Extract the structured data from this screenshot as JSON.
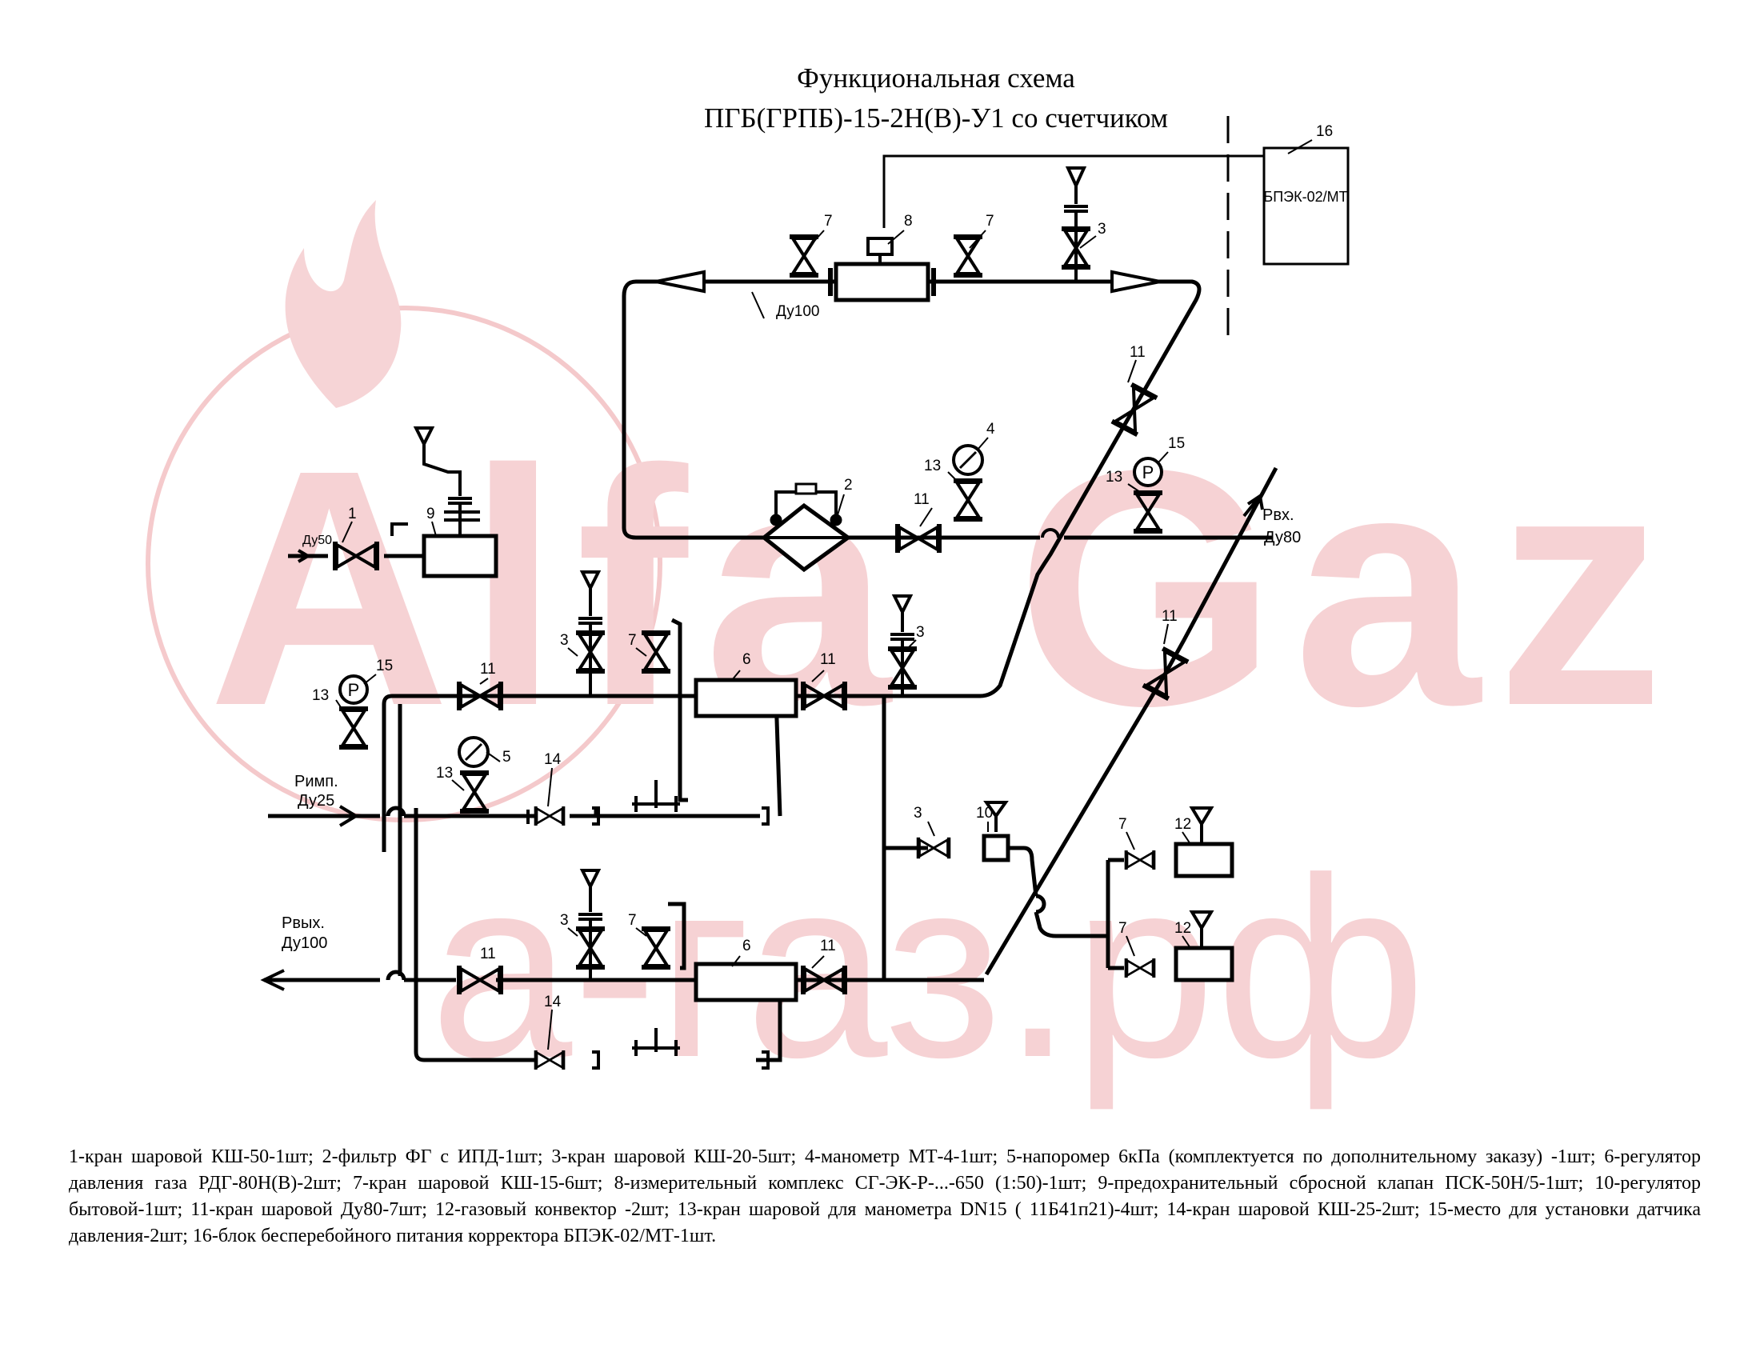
{
  "title": {
    "line1": "Функциональная схема",
    "line2": "ПГБ(ГРПБ)-15-2Н(В)-У1 со счетчиком"
  },
  "watermark": {
    "line1": "Alfa Gaz",
    "line2": "a-газ.рф",
    "color": "#f4c7c9"
  },
  "labels": {
    "bpek": "БПЭК-02/МТ",
    "du100_top": "Ду100",
    "du50": "Ду50",
    "p_in": "Рвх.",
    "du80": "Ду80",
    "p_imp": "Римп.",
    "du25": "Ду25",
    "p_out": "Рвых.",
    "du100_out": "Ду100",
    "gauge_p": "P"
  },
  "numbers": {
    "n16": "16",
    "n7a": "7",
    "n8": "8",
    "n7b": "7",
    "n3a": "3",
    "n11a": "11",
    "n4": "4",
    "n13a": "13",
    "n2": "2",
    "n11b": "11",
    "n15a": "15",
    "n13b": "13",
    "n1": "1",
    "n9": "9",
    "n3b": "3",
    "n7c": "7",
    "n6a": "6",
    "n11c": "11",
    "n3c": "3",
    "n15b": "15",
    "n13c": "13",
    "n11d": "11",
    "n11e": "11",
    "n5": "5",
    "n13d": "13",
    "n14a": "14",
    "n3d": "3",
    "n10": "10",
    "n7d": "7",
    "n12a": "12",
    "n3e": "3",
    "n7e": "7",
    "n6b": "6",
    "n11f": "11",
    "n11g": "11",
    "n7f": "7",
    "n12b": "12",
    "n14b": "14"
  },
  "legend_text": "1-кран шаровой КШ-50-1шт; 2-фильтр ФГ с ИПД-1шт; 3-кран шаровой КШ-20-5шт; 4-манометр МТ-4-1шт; 5-напоромер 6кПа (комплектуется по дополнительному заказу) -1шт; 6-регулятор давления газа РДГ-80Н(В)-2шт; 7-кран шаровой КШ-15-6шт; 8-измерительный комплекс СГ-ЭК-Р-...-650 (1:50)-1шт; 9-предохранительный сбросной клапан ПСК-50Н/5-1шт; 10-регулятор бытовой-1шт; 11-кран шаровой Ду80-7шт; 12-газовый конвектор -2шт; 13-кран шаровой для манометра DN15 ( 11Б41п21)-4шт; 14-кран шаровой КШ-25-2шт; 15-место для установки датчика давления-2шт; 16-блок бесперебойного питания корректора БПЭК-02/МТ-1шт."
}
